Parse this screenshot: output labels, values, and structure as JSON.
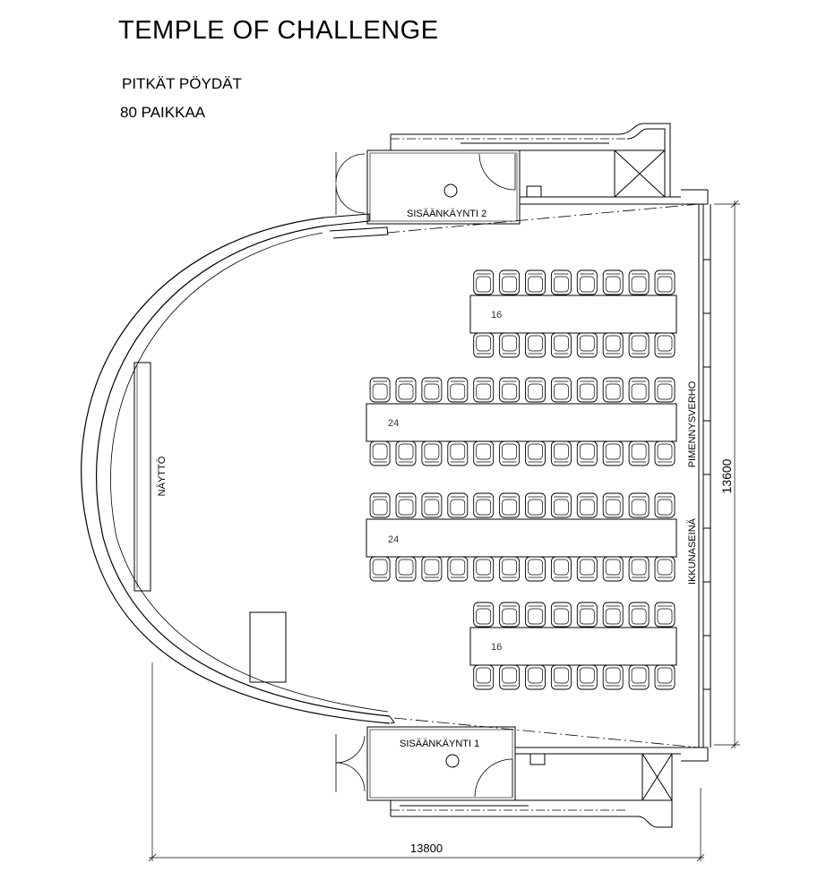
{
  "title": "TEMPLE OF CHALLENGE",
  "layout_name": "PITKÄT PÖYDÄT",
  "capacity": "80 PAIKKAA",
  "labels": {
    "entrance_2": "SISÄÄNKÄYNTI 2",
    "entrance_1": "SISÄÄNKÄYNTI 1",
    "screen": "NÄYTTÖ",
    "blackout_curtain": "PIMENNYSVERHO",
    "window_wall": "IKKUNASEINÄ"
  },
  "dimensions": {
    "width": "13800",
    "height": "13600"
  },
  "tables": [
    {
      "seats": "16",
      "chairs_per_side": 8
    },
    {
      "seats": "24",
      "chairs_per_side": 12
    },
    {
      "seats": "24",
      "chairs_per_side": 12
    },
    {
      "seats": "16",
      "chairs_per_side": 8
    }
  ]
}
